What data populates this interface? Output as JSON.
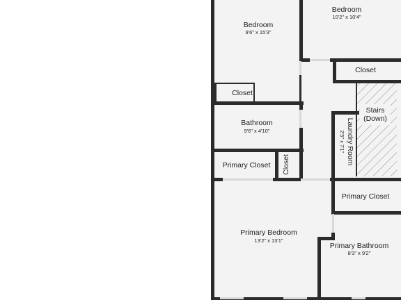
{
  "floor_plan": {
    "colors": {
      "floor": "#f3f3f3",
      "wall": "#2b2b2b",
      "background": "#ffffff",
      "door_gap": "#d9d9d9",
      "stairs_hatch": "#8c8c8c"
    },
    "rooms": {
      "bedroom_left": {
        "name": "Bedroom",
        "dims": "9'6\" x 15'3\""
      },
      "bedroom_right": {
        "name": "Bedroom",
        "dims": "10'2\" x 10'4\""
      },
      "closet_upper_right": {
        "name": "Closet"
      },
      "closet_left": {
        "name": "Closet"
      },
      "stairs": {
        "name_line1": "Stairs",
        "name_line2": "(Down)"
      },
      "bathroom": {
        "name": "Bathroom",
        "dims": "9'6\" x 4'10\""
      },
      "laundry": {
        "name": "Laundry Room",
        "dims": "2'5\" x 7'1\""
      },
      "primary_closet_left": {
        "name": "Primary Closet"
      },
      "closet_small": {
        "name": "Closet"
      },
      "primary_closet_right": {
        "name": "Primary Closet"
      },
      "primary_bedroom": {
        "name": "Primary Bedroom",
        "dims": "13'2\" x 13'1\""
      },
      "primary_bathroom": {
        "name": "Primary Bathroom",
        "dims": "8'3\" x 9'2\""
      }
    }
  }
}
